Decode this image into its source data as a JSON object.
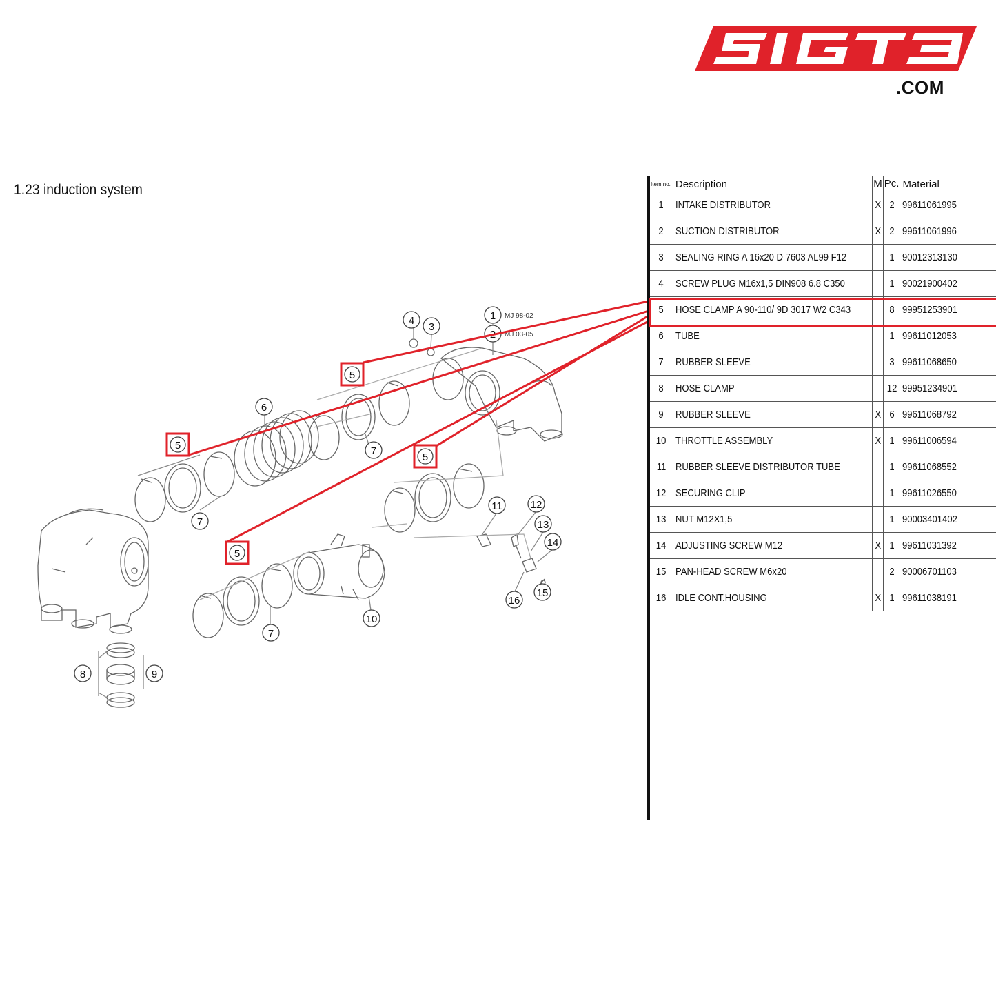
{
  "brand": {
    "logo_text": "SIGT3",
    "domain_suffix": ".COM",
    "color": "#e0222a"
  },
  "page_title": "1.23  induction system",
  "callouts": {
    "c1": "1",
    "c2": "2",
    "c3": "3",
    "c4": "4",
    "c6": "6",
    "c7": "7",
    "c8": "8",
    "c9": "9",
    "c10": "10",
    "c11": "11",
    "c12": "12",
    "c13": "13",
    "c14": "14",
    "c15": "15",
    "c16": "16",
    "c5": "5",
    "mj1": "MJ 98-02",
    "mj2": "MJ 03-05"
  },
  "highlight_color": "#e0222a",
  "table": {
    "headers": {
      "item": "Item no.",
      "description": "Description",
      "m": "M",
      "pc": "Pc.",
      "material": "Material"
    },
    "rows": [
      {
        "item": "1",
        "description": "INTAKE DISTRIBUTOR",
        "m": "X",
        "pc": "2",
        "material": "99611061995"
      },
      {
        "item": "2",
        "description": "SUCTION DISTRIBUTOR",
        "m": "X",
        "pc": "2",
        "material": "99611061996"
      },
      {
        "item": "3",
        "description": "SEALING RING A 16x20 D 7603 AL99 F12",
        "m": "",
        "pc": "1",
        "material": "90012313130"
      },
      {
        "item": "4",
        "description": "SCREW PLUG M16x1,5 DIN908 6.8 C350",
        "m": "",
        "pc": "1",
        "material": "90021900402"
      },
      {
        "item": "5",
        "description": "HOSE CLAMP A 90-110/ 9D 3017 W2 C343",
        "m": "",
        "pc": "8",
        "material": "99951253901"
      },
      {
        "item": "6",
        "description": "TUBE",
        "m": "",
        "pc": "1",
        "material": "99611012053"
      },
      {
        "item": "7",
        "description": "RUBBER SLEEVE",
        "m": "",
        "pc": "3",
        "material": "99611068650"
      },
      {
        "item": "8",
        "description": "HOSE CLAMP",
        "m": "",
        "pc": "12",
        "material": "99951234901"
      },
      {
        "item": "9",
        "description": "RUBBER SLEEVE",
        "m": "X",
        "pc": "6",
        "material": "99611068792"
      },
      {
        "item": "10",
        "description": "THROTTLE ASSEMBLY",
        "m": "X",
        "pc": "1",
        "material": "99611006594"
      },
      {
        "item": "11",
        "description": "RUBBER SLEEVE DISTRIBUTOR TUBE",
        "m": "",
        "pc": "1",
        "material": "99611068552"
      },
      {
        "item": "12",
        "description": "SECURING CLIP",
        "m": "",
        "pc": "1",
        "material": "99611026550"
      },
      {
        "item": "13",
        "description": "NUT M12X1,5",
        "m": "",
        "pc": "1",
        "material": "90003401402"
      },
      {
        "item": "14",
        "description": "ADJUSTING SCREW M12",
        "m": "X",
        "pc": "1",
        "material": "99611031392"
      },
      {
        "item": "15",
        "description": "PAN-HEAD SCREW M6x20",
        "m": "",
        "pc": "2",
        "material": "90006701103"
      },
      {
        "item": "16",
        "description": "IDLE CONT.HOUSING",
        "m": "X",
        "pc": "1",
        "material": "99611038191"
      }
    ]
  }
}
